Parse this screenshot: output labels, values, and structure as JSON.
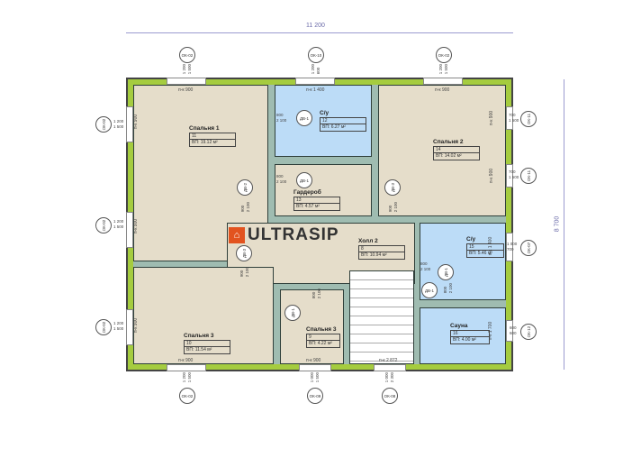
{
  "dimensions": {
    "width": "11 200",
    "height": "8 700"
  },
  "logo": {
    "text": "ULTRASIP",
    "icon": "house-icon"
  },
  "rooms": [
    {
      "name": "Спальня 1",
      "num": "11",
      "area": "ВП: 19.12 м²"
    },
    {
      "name": "С/у",
      "num": "12",
      "area": "ВП: 6.27 м²"
    },
    {
      "name": "Гардероб",
      "num": "13",
      "area": "ВП: 4.57 м²"
    },
    {
      "name": "Спальня 2",
      "num": "14",
      "area": "ВП: 14.02 м²"
    },
    {
      "name": "Холл 2",
      "num": "8",
      "area": "ВП: 10.94 м²"
    },
    {
      "name": "С/у",
      "num": "15",
      "area": "ВП: 5.46 м²"
    },
    {
      "name": "Сауна",
      "num": "16",
      "area": "ВП: 4.00 м²"
    },
    {
      "name": "Спальня 3",
      "num": "10",
      "area": "ВП: 11.54 м²"
    },
    {
      "name": "Спальня 3",
      "num": "9",
      "area": "ВП: 4.22 м²"
    }
  ],
  "windows": [
    {
      "mark": "ОК-02",
      "d1": "1 200",
      "d2": "1 500",
      "sill": "п-к 900"
    },
    {
      "mark": "ОК-10",
      "d1": "1 200",
      "d2": "600",
      "sill": "п-к 1 400"
    },
    {
      "mark": "ОК-02",
      "d1": "1 200",
      "d2": "1 500",
      "sill": "п-к 900"
    },
    {
      "mark": "ОК-02",
      "d1": "1 200",
      "d2": "1 500",
      "sill": "п-к 900"
    },
    {
      "mark": "ОК-02",
      "d1": "1 200",
      "d2": "1 500",
      "sill": "п-к 900"
    },
    {
      "mark": "ОК-02",
      "d1": "1 200",
      "d2": "1 500",
      "sill": "п-к 900"
    },
    {
      "mark": "ОК-11",
      "d1": "700",
      "d2": "1 500",
      "sill": "п-к 900"
    },
    {
      "mark": "ОК-11",
      "d1": "700",
      "d2": "1 500",
      "sill": "п-к 900"
    },
    {
      "mark": "ОК-07",
      "d1": "1 000",
      "d2": "700",
      "sill": "п-к 1 400"
    },
    {
      "mark": "ОК-12",
      "d1": "600",
      "d2": "600",
      "sill": "п-к 1 700"
    },
    {
      "mark": "ОК-02",
      "d1": "1 200",
      "d2": "1 500",
      "sill": "п-к 900"
    },
    {
      "mark": "ОК-09",
      "d1": "1 000",
      "d2": "1 500",
      "sill": "п-к 900"
    },
    {
      "mark": "ОК-08",
      "d1": "1 000",
      "d2": "2 300",
      "sill": "п-к 2 872"
    }
  ],
  "doors": [
    {
      "mark": "ДВ-1",
      "w": "800",
      "h": "2 100"
    },
    {
      "mark": "ДВ-1",
      "w": "800",
      "h": "2 100"
    },
    {
      "mark": "ДВ-2",
      "w": "900",
      "h": "2 100"
    },
    {
      "mark": "ДВ-3",
      "w": "900",
      "h": "2 100"
    },
    {
      "mark": "ДВ-3",
      "w": "900",
      "h": "2 100"
    },
    {
      "mark": "ДВ-1",
      "w": "800",
      "h": "2 100"
    },
    {
      "mark": "ДВ-1",
      "w": "800",
      "h": "2 100"
    },
    {
      "mark": "ДВ-1",
      "w": "800",
      "h": "2 100"
    }
  ]
}
